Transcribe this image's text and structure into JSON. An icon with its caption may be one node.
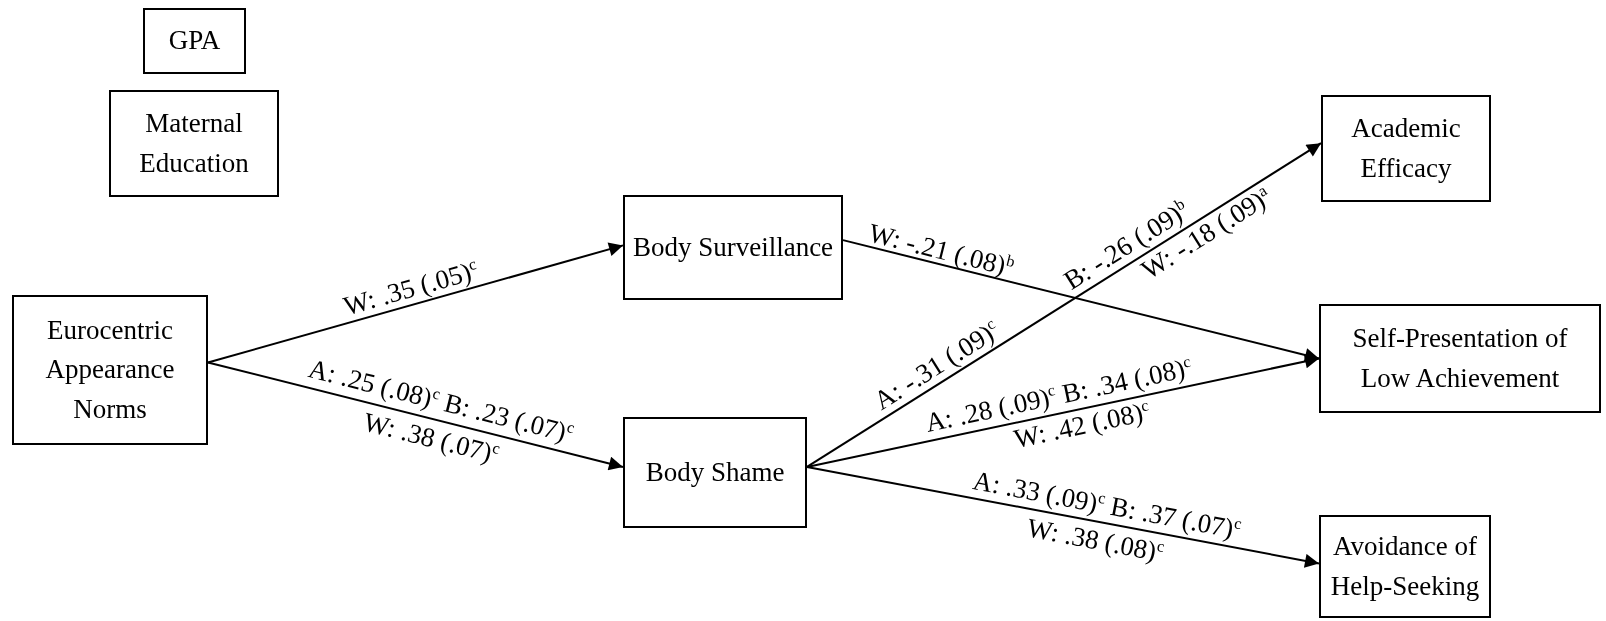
{
  "diagram": {
    "nodes": [
      {
        "text": [
          "GPA"
        ]
      },
      {
        "text": [
          "Maternal Education"
        ]
      },
      {
        "text": [
          "Eurocentric Appearance Norms"
        ]
      },
      {
        "text": [
          "Body Surveillance"
        ]
      },
      {
        "text": [
          "Body Shame"
        ]
      },
      {
        "text": [
          "Academic Efficacy"
        ]
      },
      {
        "text": [
          "Self-Presentation of Low Achievement"
        ]
      },
      {
        "text": [
          "Avoidance of Help-Seeking"
        ]
      }
    ],
    "edges": [
      {
        "from": 2,
        "to": 3,
        "arrow": "to",
        "label": "W: .35 (.05)$^{c}$"
      },
      {
        "from": 2,
        "to": 4,
        "arrow": "to",
        "label": "A: .25 (.08)$^{c}$ B: .23 (.07)$^{c}$"
      },
      {
        "from": 3,
        "to": 6,
        "arrow": "to",
        "label": "W: -.21 (.08)$^{b}$"
      },
      {
        "from": 4,
        "to": 5,
        "arrow": "to",
        "label": "A: -.31 (.09)$^{c}$"
      },
      {
        "from": 4,
        "to": 6,
        "arrow": "to",
        "label": "A: .28 (.09)$^{c}$ B: .34 (.08)$^{c}$"
      },
      {
        "from": 4,
        "to": 7,
        "arrow": "to",
        "label": "A: .33 (.09)$^{c}$ B: .37 (.07)$^{c}$"
      }
    ],
    "labels": [
      "B: -.26 (.09)$^{b}$",
      "W: -.18 (.09)$^{a}$",
      "W: .42 (.08)$^{c}$",
      "W: .38 (.07)$^{c}$",
      "W: .38 (.08)$^{c}$"
    ]
  }
}
